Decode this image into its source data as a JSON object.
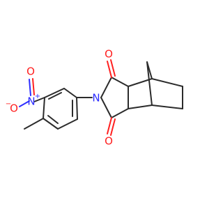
{
  "colors": {
    "background": "#ffffff",
    "bond": "#2b2b2b",
    "oxygen": "#ff2020",
    "nitrogen": "#2d2dff"
  },
  "atoms": {
    "imide_oxygen_top": "O",
    "imide_oxygen_bottom": "O",
    "imide_nitrogen": "N",
    "nitro_nitrogen": "N",
    "nitro_nitrogen_charge": "+",
    "nitro_oxygen_top": "O",
    "nitro_oxygen_left": "O",
    "nitro_oxygen_left_charge": "−"
  }
}
